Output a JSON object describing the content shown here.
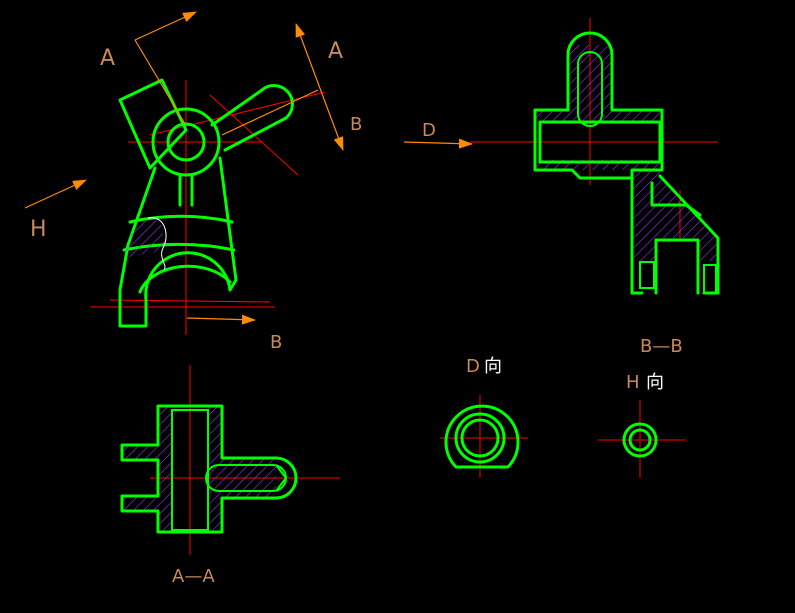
{
  "views": {
    "main": {
      "label_a": "A",
      "label_a2": "A",
      "label_b": "B",
      "label_b2": "B",
      "label_h": "H"
    },
    "section_bb": {
      "label_d": "D",
      "title": "B—B"
    },
    "section_aa": {
      "title": "A—A"
    },
    "view_d": {
      "title_latin": "D",
      "title_cjk": "向"
    },
    "view_h": {
      "title_latin": "H",
      "title_cjk": "向"
    }
  },
  "colors": {
    "outline": "#00ff00",
    "centerline": "#ff0000",
    "arrow": "#ff8c00",
    "label": "#c8895a",
    "hatch": "#9b30ff"
  }
}
